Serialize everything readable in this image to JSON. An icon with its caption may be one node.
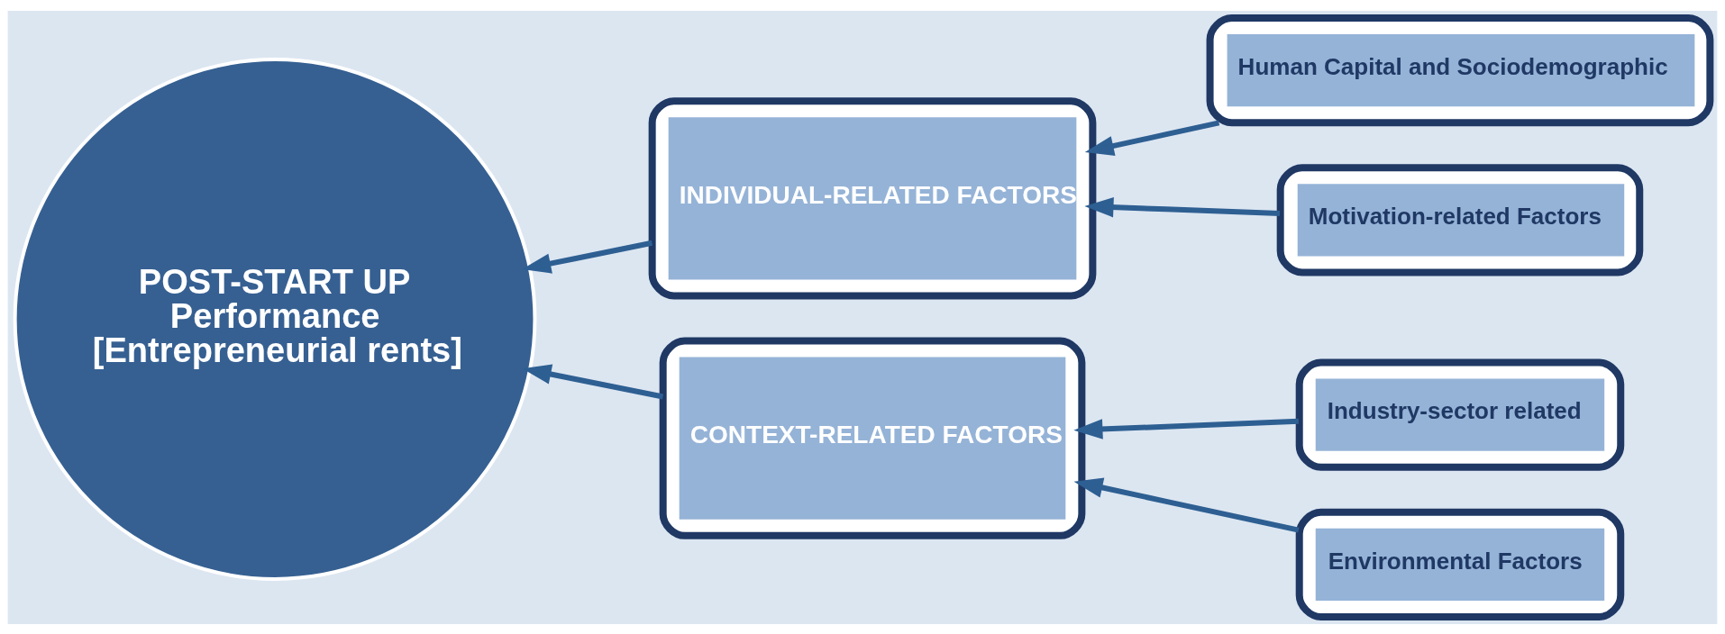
{
  "diagram": {
    "nodes": [
      {
        "text": [
          "POST-START UP",
          "Performance",
          "[Entrepreneurial rents]"
        ]
      },
      {
        "text": [
          "INDIVIDUAL-RELATED FACTORS"
        ]
      },
      {
        "text": [
          "CONTEXT-RELATED FACTORS"
        ]
      },
      {
        "text": [
          "Human Capital and Sociodemographic"
        ]
      },
      {
        "text": [
          "Motivation-related Factors"
        ]
      },
      {
        "text": [
          "Industry-sector related"
        ]
      },
      {
        "text": [
          "Environmental Factors"
        ]
      }
    ],
    "edges": [
      {
        "from": 1,
        "to": 0,
        "arrow": "to"
      },
      {
        "from": 2,
        "to": 0,
        "arrow": "to"
      },
      {
        "from": 3,
        "to": 1,
        "arrow": "to"
      },
      {
        "from": 4,
        "to": 1,
        "arrow": "to"
      },
      {
        "from": 5,
        "to": 2,
        "arrow": "to"
      },
      {
        "from": 6,
        "to": 2,
        "arrow": "to"
      }
    ]
  }
}
